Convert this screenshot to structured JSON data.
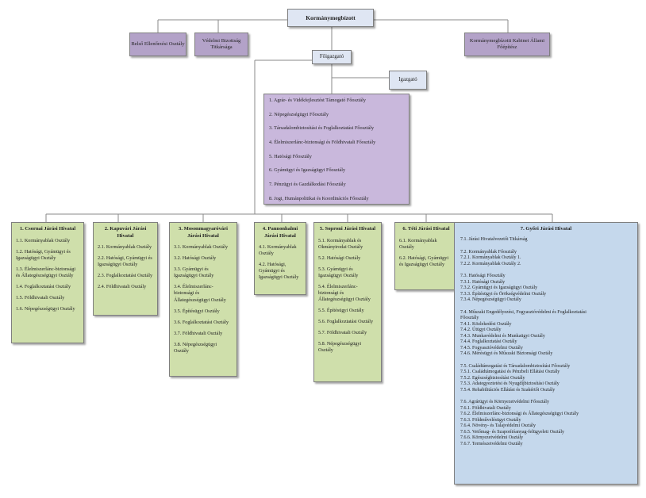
{
  "top": {
    "label": "Kormánymegbízott"
  },
  "secretariats": [
    "Belső Ellenőrzési Osztály",
    "Védelmi Bizottság Titkársága",
    "Kormánymegbízotti Kabinet Állami Főépítész"
  ],
  "director_general": {
    "label": "Főigazgató"
  },
  "director": {
    "label": "Igazgató"
  },
  "departments": [
    "1. Agrár- és Vidékfejlesztést Támogató Főosztály",
    "2. Népegészségügyi Főosztály",
    "3. Társadalombiztosítási és Foglalkoztatási Főosztály",
    "4. Élelmiszerlánc-biztonsági és Földhivatali Főosztály",
    "5. Hatósági Főosztály",
    "6. Gyámügyi és Igazságügyi Főosztály",
    "7. Pénzügyi és Gazdálkodási Főosztály",
    "8. Jogi, Humánpolitikai és Koordinációs Főosztály"
  ],
  "district_offices": [
    {
      "title": "1. Csornai Járási Hivatal",
      "items": [
        "1.1. Kormányablak Osztály",
        "1.2. Hatósági, Gyámügyi és Igazságügyi Osztály",
        "1.3. Élelmiszerlánc-biztonsági és Állategészségügyi Osztály",
        "1.4. Foglalkoztatási Osztály",
        "1.5. Földhivatali Osztály",
        "1.6. Népegészségügyi Osztály"
      ]
    },
    {
      "title": "2. Kapuvári Járási Hivatal",
      "items": [
        "2.1. Kormányablak Osztály",
        "2.2. Hatósági, Gyámügyi és Igazságügyi Osztály",
        "2.3. Foglalkoztatási Osztály",
        "2.4. Földhivatali Osztály"
      ]
    },
    {
      "title": "3. Mosonmagyaróvári Járási Hivatal",
      "items": [
        "3.1. Kormányablak Osztály",
        "3.2. Hatósági Osztály",
        "3.3. Gyámügyi és Igazságügyi Osztály",
        "3.4. Élelmiszerlánc-biztonsági és Állategészségügyi Osztály",
        "3.5. Építésügyi Osztály",
        "3.6. Foglalkoztatási Osztály",
        "3.7. Földhivatali Osztály",
        "3.8. Népegészségügyi Osztály"
      ]
    },
    {
      "title": "4. Pannonhalmi Járási Hivatal",
      "items": [
        "4.1. Kormányablak Osztály",
        "4.2. Hatósági, Gyámügyi és Igazságügyi Osztály"
      ]
    },
    {
      "title": "5. Soproni Járási Hivatal",
      "items": [
        "5.1. Kormányablak és Okmányirodai Osztály",
        "5.2. Hatósági Osztály",
        "5.3. Gyámügyi és Igazságügyi Osztály",
        "5.4. Élelmiszerlánc-biztonsági és Állategészségügyi Osztály",
        "5.5. Építésügyi Osztály",
        "5.6. Foglalkoztatási Osztály",
        "5.7. Földhivatali Osztály",
        "5.8. Népegészségügyi Osztály"
      ]
    },
    {
      "title": "6. Téti Járási Hivatal",
      "items": [
        "6.1. Kormányablak Osztály",
        "6.2. Hatósági, Gyámügyi és Igazságügyi Osztály"
      ]
    }
  ],
  "gyor": {
    "title": "7. Győri Járási Hivatal",
    "groups": [
      [
        "7.1. Járási Hivatalvezetői Titkárság"
      ],
      [
        "7.2. Kormányablak Főosztály",
        "7.2.1. Kormányablak Osztály 1.",
        "7.2.2. Kormányablak Osztály 2."
      ],
      [
        "7.3. Hatósági Főosztály",
        "7.3.1. Hatósági Osztály",
        "7.3.2. Gyámügyi és Igazságügyi Osztály",
        "7.3.3. Építésügyi és Örökségvédelmi Osztály",
        "7.3.4. Népegészségügyi Osztály"
      ],
      [
        "7.4. Műszaki Engedélyezési, Fogyasztóvédelmi és Foglalkoztatási",
        "Főosztály",
        "7.4.1. Közlekedési Osztály",
        "7.4.2. Útügyi Osztály",
        "7.4.3. Munkavédelmi és Munkaügyi Osztály",
        "7.4.4. Foglalkoztatási Osztály",
        "7.4.5. Fogyasztóvédelmi Osztály",
        "7.4.6. Mérésügyi és Műszaki Biztonsági Osztály"
      ],
      [
        "7.5. Családtámogatási és Társadalombiztosítási Főosztály",
        "7.5.1. Családtámogatási és Pénzbeli Ellátási Osztály",
        "7.5.2. Egészségbiztosítási Osztály",
        "7.5.3. Adategyeztetési és Nyugdíjbiztosítási Osztály",
        "7.5.4. Rehabilitációs Ellátási és Szakértői Osztály"
      ],
      [
        "7.6. Agrárügyi és Környezetvédelmi Főosztály",
        "7.6.1. Földhivatali Osztály",
        "7.6.2. Élelmiszerlánc-biztonsági és Állategészségügyi Osztály",
        "7.6.3. Földművelésügyi Osztály",
        "7.6.4. Növény- és Talajvédelmi Osztály",
        "7.6.5. Vetőmag- és Szaporítóanyag-felügyeleti Osztály",
        "7.6.6. Környezetvédelmi Osztály",
        "7.6.7. Természetvédelmi Osztály"
      ]
    ]
  }
}
